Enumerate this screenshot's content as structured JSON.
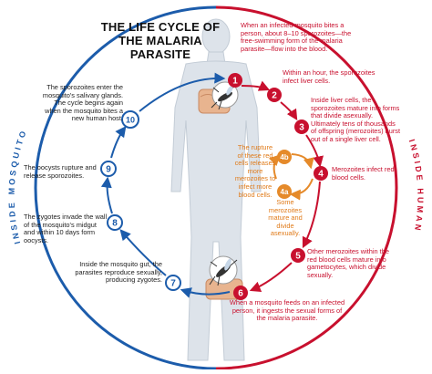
{
  "title": "THE LIFE CYCLE OF THE MALARIA PARASITE",
  "side_labels": {
    "left": "INSIDE MOSQUITO",
    "right": "INSIDE HUMAN"
  },
  "colors": {
    "mosquito_blue": "#1c5cab",
    "human_red": "#c8102e",
    "orange": "#e58a2a",
    "body_silhouette": "#dde3ea"
  },
  "steps": [
    {
      "number": "1",
      "side": "human",
      "text": "When an infected mosquito bites a person, about 8–10 sporozoites—the free-swimming form of the malaria parasite—flow into the blood."
    },
    {
      "number": "2",
      "side": "human",
      "text": "Within an hour, the sporozoites infect liver cells."
    },
    {
      "number": "3",
      "side": "human",
      "text": "Inside liver cells, the sporozoites mature into forms that divide asexually. Ultimately tens of thousands of offspring (merozoites) burst out of a single liver cell."
    },
    {
      "number": "4",
      "side": "human",
      "text": "Merozoites infect red blood cells."
    },
    {
      "number": "4a",
      "side": "human",
      "text": "Some merozoites mature and divide asexually."
    },
    {
      "number": "4b",
      "side": "human",
      "text": "The rupture of these red cells releases more merozoites to infect more blood cells."
    },
    {
      "number": "5",
      "side": "human",
      "text": "Other merozoites within the red blood cells mature into gametocytes, which divide sexually."
    },
    {
      "number": "6",
      "side": "human",
      "text": "When a mosquito feeds on an infected person, it ingests the sexual forms of the malaria parasite."
    },
    {
      "number": "7",
      "side": "mosquito",
      "text": "Inside the mosquito gut, the parasites reproduce sexually, producing zygotes."
    },
    {
      "number": "8",
      "side": "mosquito",
      "text": "The zygotes invade the wall of the mosquito's midgut and within 10 days form oocysts."
    },
    {
      "number": "9",
      "side": "mosquito",
      "text": "The oocysts rupture and release sporozoites."
    },
    {
      "number": "10",
      "side": "mosquito",
      "text": "The sporozoites enter the mosquito's salivary glands. The cycle begins again when the mosquito bites a new human host."
    }
  ]
}
